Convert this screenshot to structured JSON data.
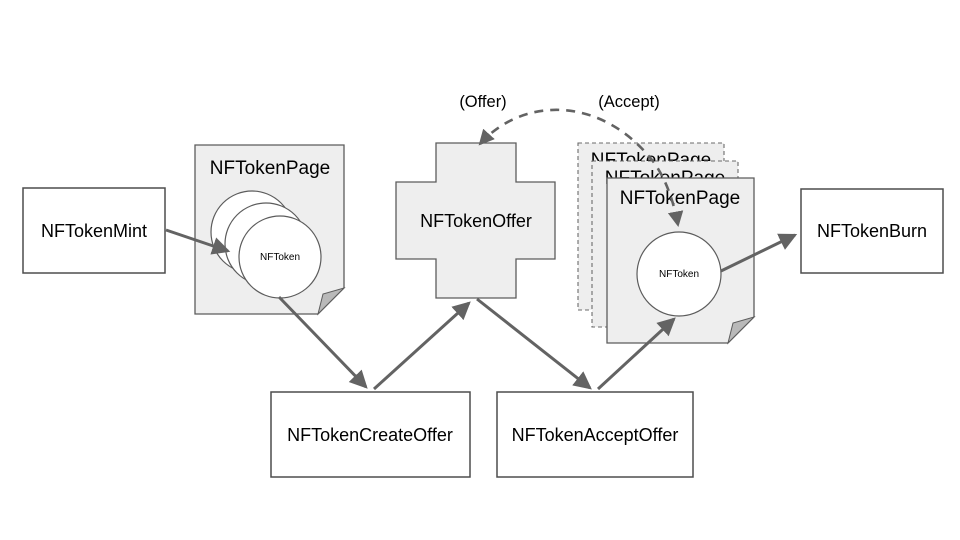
{
  "diagram": {
    "nodes": {
      "mint": {
        "label": "NFTokenMint"
      },
      "page_left": {
        "title": "NFTokenPage",
        "token": "NFToken"
      },
      "offer": {
        "label": "NFTokenOffer"
      },
      "page_right": {
        "title": "NFTokenPage",
        "token": "NFToken",
        "back_titles": [
          "NFTokenPage",
          "NFTokenPage"
        ]
      },
      "burn": {
        "label": "NFTokenBurn"
      },
      "create_offer": {
        "label": "NFTokenCreateOffer"
      },
      "accept_offer": {
        "label": "NFTokenAcceptOffer"
      }
    },
    "annotations": {
      "offer_label": "(Offer)",
      "accept_label": "(Accept)"
    },
    "edges": [
      {
        "from": "mint",
        "to": "page_left_token",
        "style": "solid"
      },
      {
        "from": "page_left_token",
        "to": "create_offer",
        "style": "solid"
      },
      {
        "from": "create_offer",
        "to": "offer",
        "style": "solid"
      },
      {
        "from": "offer",
        "to": "accept_offer",
        "style": "solid"
      },
      {
        "from": "accept_offer",
        "to": "page_right_token",
        "style": "solid"
      },
      {
        "from": "page_right_token",
        "to": "burn",
        "style": "solid"
      },
      {
        "from": "page_right",
        "to": "offer",
        "style": "dashed",
        "labels": [
          "(Offer)",
          "(Accept)"
        ]
      }
    ],
    "colors": {
      "background": "#ffffff",
      "page_fill": "#eeeeee",
      "page_border": "#5c5c5c",
      "box_fill": "#ffffff",
      "box_border": "#4d4d4d",
      "arrow": "#636363",
      "fold": "#b9b9b9",
      "text": "#000000"
    }
  }
}
